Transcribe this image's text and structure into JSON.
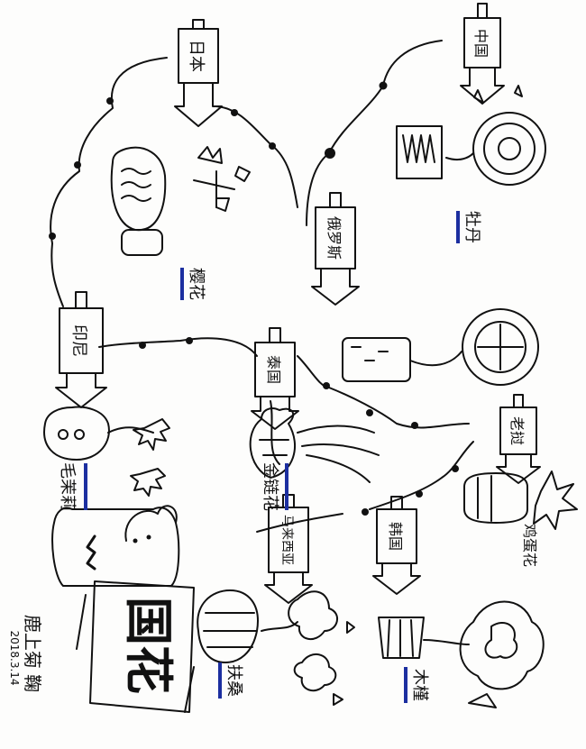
{
  "title": "国花",
  "signature": "鹿上菊 鞠",
  "date": "2018.3.14",
  "countries": [
    {
      "id": "japan",
      "name": "日本",
      "flower": "樱花"
    },
    {
      "id": "china",
      "name": "中国",
      "flower": "牡丹"
    },
    {
      "id": "russia",
      "name": "俄罗斯",
      "flower": ""
    },
    {
      "id": "india",
      "name": "印尼",
      "flower": "毛茉莉"
    },
    {
      "id": "thailand",
      "name": "泰国",
      "flower": "金链花"
    },
    {
      "id": "laos",
      "name": "老挝",
      "flower": "鸡蛋花"
    },
    {
      "id": "korea",
      "name": "韩国",
      "flower": "木槿"
    },
    {
      "id": "malaysia",
      "name": "马来西亚",
      "flower": "扶桑"
    }
  ],
  "colors": {
    "ink": "#111111",
    "accent": "#1c2fa0",
    "paper": "#fdfdfc"
  }
}
